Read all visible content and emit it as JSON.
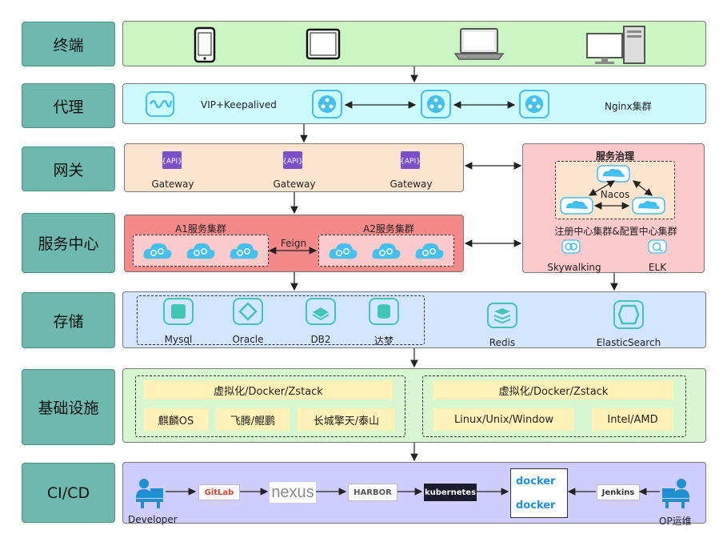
{
  "layers": {
    "terminal": "终端",
    "proxy": "代理",
    "gateway": "网关",
    "service_center": "服务中心",
    "storage": "存储",
    "infra": "基础设施",
    "cicd": "CI/CD"
  },
  "proxy": {
    "vip": "VIP+Keepalived",
    "nginx": "Nginx集群"
  },
  "gateway": {
    "labels": [
      "Gateway",
      "Gateway",
      "Gateway"
    ]
  },
  "governance": {
    "title": "服务治理",
    "nacos": "Nacos",
    "cluster": "注册中心集群&配置中心集群",
    "skywalking": "Skywalking",
    "elk": "ELK"
  },
  "services": {
    "a1": "A1服务集群",
    "a2": "A2服务集群",
    "feign": "Feign"
  },
  "storage": {
    "items": [
      "Mysql",
      "Oracle",
      "DB2",
      "达梦"
    ],
    "redis": "Redis",
    "es": "ElasticSearch"
  },
  "infra": {
    "left_virt": "虚拟化/Docker/Zstack",
    "right_virt": "虚拟化/Docker/Zstack",
    "os1": "麒麟OS",
    "os2": "飞腾/鲲鹏",
    "os3": "长城擎天/泰山",
    "os4": "Linux/Unix/Window",
    "os5": "Intel/AMD"
  },
  "cicd": {
    "developer": "Developer",
    "gitlab": "GitLab",
    "nexus": "nexus",
    "harbor": "HARBOR",
    "kubernetes": "kubernetes",
    "docker1": "docker",
    "docker2": "docker",
    "jenkins": "Jenkins",
    "op": "OP运维"
  },
  "colors": {
    "label": "#6fb8ad",
    "terminal": "#ccf5c4",
    "proxy": "#cdfaff",
    "gateway": "#fde4cf",
    "governance": "#fccaca",
    "service": "#f5898a",
    "storage": "#d3e5ff",
    "infra": "#d7f7d0",
    "cicd": "#cfccff",
    "icon": "#42c0f0"
  }
}
